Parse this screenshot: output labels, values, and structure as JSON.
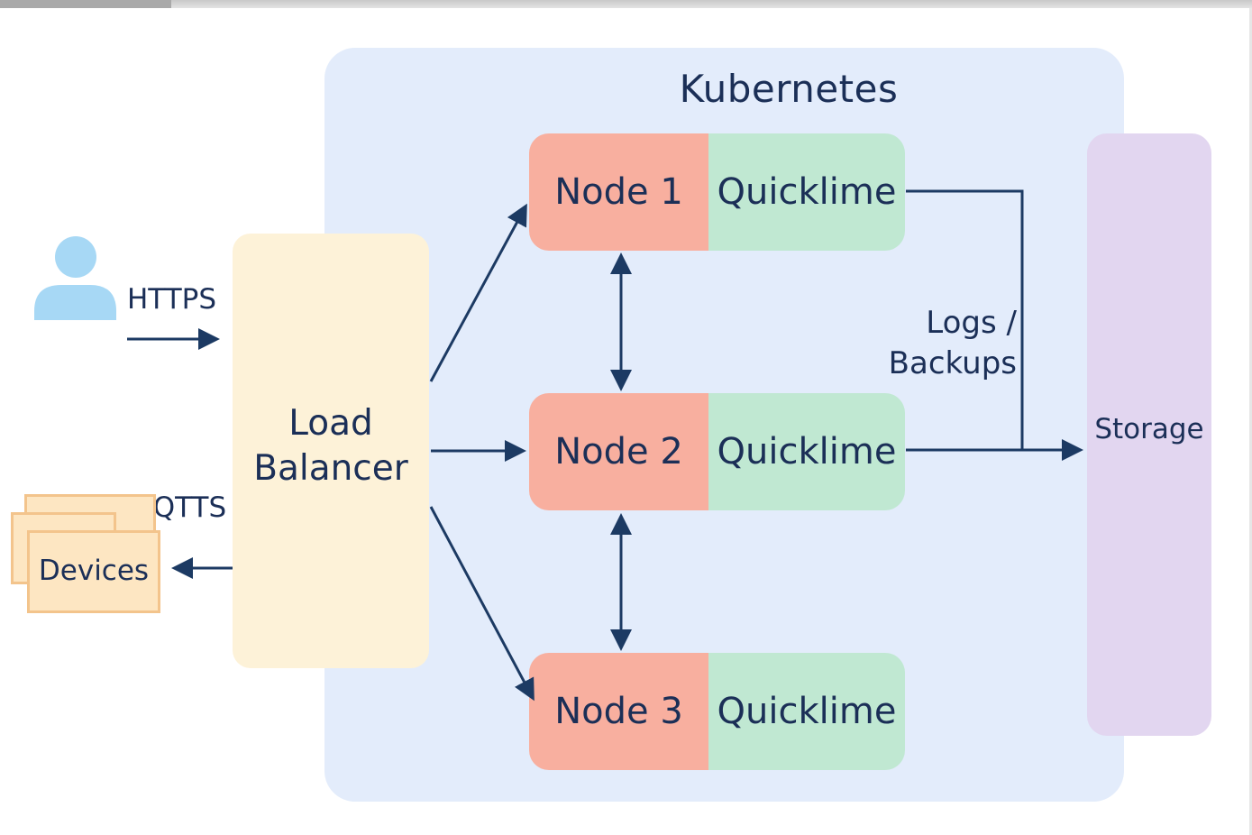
{
  "title": "Kubernetes",
  "user": {
    "protocol": "HTTPS"
  },
  "load_balancer": {
    "line1": "Load",
    "line2": "Balancer"
  },
  "nodes": [
    {
      "name": "Node 1",
      "app": "Quicklime"
    },
    {
      "name": "Node 2",
      "app": "Quicklime"
    },
    {
      "name": "Node 3",
      "app": "Quicklime"
    }
  ],
  "storage": {
    "label": "Storage",
    "flow_line1": "Logs /",
    "flow_line2": "Backups"
  },
  "devices": {
    "label": "Devices",
    "protocol": "MQTTS"
  },
  "colors": {
    "kubernetes_bg": "#e3ecfb",
    "load_balancer": "#fdf2d8",
    "node": "#f8af9f",
    "app": "#c0e8d2",
    "storage": "#e2d6f0",
    "devices": "#fde6c2",
    "user": "#a7d8f5",
    "arrow": "#1c3a63",
    "text": "#1b2f57"
  }
}
